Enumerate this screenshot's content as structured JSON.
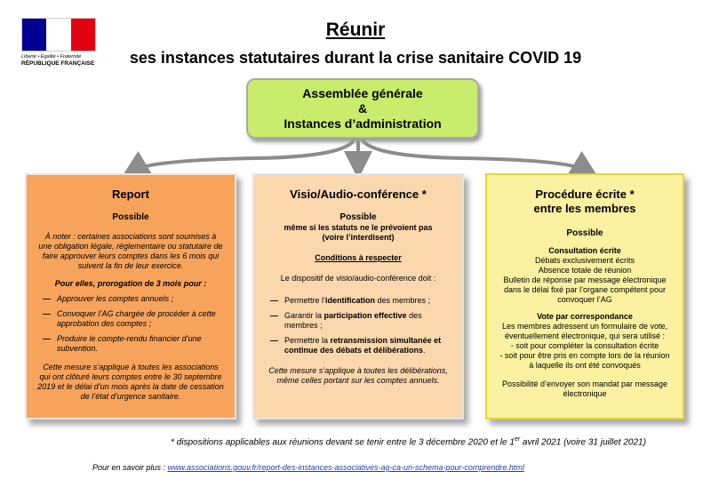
{
  "header": {
    "logo_motto": "Liberté • Égalité • Fraternité",
    "logo_name": "RÉPUBLIQUE FRANÇAISE",
    "title": "Réunir",
    "subtitle": "ses instances statutaires durant la crise sanitaire COVID 19"
  },
  "top_box": {
    "line1": "Assemblée générale",
    "line2": "&",
    "line3": "Instances d’administration"
  },
  "report": {
    "title": "Report",
    "status": "Possible",
    "note": "À noter : certaines associations sont soumises à une obligation légale, réglementaire ou statutaire de faire approuver leurs comptes dans les 6 mois qui suivent la fin de leur exercice.",
    "prorogation": "Pour elles, prorogation de 3 mois pour :",
    "items": [
      "Approuver les comptes annuels ;",
      "Convoquer l’AG chargée de procéder à cette approbation des comptes ;",
      "Produire le compte-rendu financier d’une subvention."
    ],
    "closing": "Cette mesure s’applique à toutes les associations qui ont clôturé leurs comptes entre le 30 septembre 2019 et le délai d’un mois après la date de cessation de l’état d’urgence sanitaire."
  },
  "visio": {
    "title": "Visio/Audio-conférence *",
    "status": "Possible",
    "status_detail": "même si les statuts ne le prévoient pas",
    "status_detail2": "(voire l’interdisent)",
    "conditions_title": "Conditions à respecter",
    "intro": "Le dispositif de visio/audio-conférence doit :",
    "items": [
      {
        "pre": "Permettre l’",
        "bold": "identification",
        "post": " des membres ;"
      },
      {
        "pre": "Garantir la ",
        "bold": "participation effective",
        "post": " des membres ;"
      },
      {
        "pre": "Permettre la ",
        "bold": "retransmission simultanée et continue des débats et délibérations",
        "post": "."
      }
    ],
    "closing": "Cette mesure s’applique à toutes les délibérations, même celles portant sur les comptes annuels."
  },
  "ecrite": {
    "title": "Procédure écrite *",
    "title2": "entre les membres",
    "status": "Possible",
    "consult_title": "Consultation écrite",
    "consult_lines": [
      "Débats exclusivement écrits",
      "Absence totale de réunion",
      "Bulletin de réponse par message électronique dans le délai fixé par l’organe compétent pour convoquer l’AG"
    ],
    "vote_title": "Vote par correspondance",
    "vote_lines": [
      "Les membres adressent un formulaire de vote, éventuellement électronique, qui sera utilisé :",
      "- soit pour compléter la consultation écrite",
      "- soit pour être pris en compte lors de la réunion à laquelle ils ont été convoqués"
    ],
    "mandat": "Possibilité d’envoyer son mandat par message électronique"
  },
  "footnote": {
    "text_a": "* dispositions applicables aux réunions devant se tenir entre le 3 décembre 2020 et le 1",
    "sup": "er",
    "text_b": " avril 2021 (voire 31 juillet 2021)"
  },
  "more": {
    "label": "Pour en savoir plus : ",
    "link": "www.associations.gouv.fr/report-des-instances-associatives-ag-ca-un-schema-pour-comprendre.html"
  },
  "colors": {
    "top_box": "#c9ec6d",
    "report": "#f7a35c",
    "visio": "#fbd7ad",
    "ecrite": "#fbf1a0",
    "flag_blue": "#000091",
    "flag_red": "#e1000f"
  }
}
